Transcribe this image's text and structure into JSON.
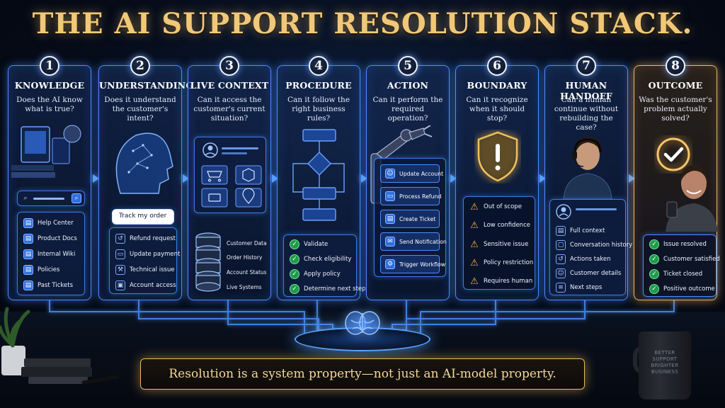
{
  "title": "THE AI SUPPORT RESOLUTION STACK.",
  "stages": [
    {
      "number": "1",
      "heading": "KNOWLEDGE",
      "question": "Does the AI know what is true?",
      "items": [
        "Help Center",
        "Product Docs",
        "Internal Wiki",
        "Policies",
        "Past Tickets"
      ]
    },
    {
      "number": "2",
      "heading": "UNDERSTANDING",
      "question": "Does it understand the customer's intent?",
      "bubble": "Track my order",
      "items": [
        "Refund request",
        "Update payment",
        "Technical issue",
        "Account access"
      ]
    },
    {
      "number": "3",
      "heading": "LIVE CONTEXT",
      "question": "Can it access the customer's current situation?",
      "items": [
        "Customer Data",
        "Order History",
        "Account Status",
        "Live Systems"
      ]
    },
    {
      "number": "4",
      "heading": "PROCEDURE",
      "question": "Can it follow the right business rules?",
      "items": [
        "Validate",
        "Check eligibility",
        "Apply policy",
        "Determine next step"
      ]
    },
    {
      "number": "5",
      "heading": "ACTION",
      "question": "Can it perform the required operation?",
      "items": [
        "Update Account",
        "Process Refund",
        "Create Ticket",
        "Send Notification",
        "Trigger Workflow"
      ]
    },
    {
      "number": "6",
      "heading": "BOUNDARY",
      "question": "Can it recognize when it should stop?",
      "items": [
        "Out of scope",
        "Low confidence",
        "Sensitive issue",
        "Policy restriction",
        "Requires human"
      ]
    },
    {
      "number": "7",
      "heading": "HUMAN HANDOFF",
      "question": "Can a human continue without rebuilding the case?",
      "items": [
        "Full context",
        "Conversation history",
        "Actions taken",
        "Customer details",
        "Next steps"
      ]
    },
    {
      "number": "8",
      "heading": "OUTCOME",
      "question": "Was the customer's problem actually solved?",
      "items": [
        "Issue resolved",
        "Customer satisfied",
        "Ticket closed",
        "Positive outcome"
      ]
    }
  ],
  "banner": "Resolution is a system property—not just an AI-model property.",
  "mug_text": [
    "BETTER",
    "SUPPORT",
    "BRIGHTER",
    "BUSINESS"
  ],
  "colors": {
    "accent_blue": "#4c8cff",
    "gold": "#e8b860",
    "success": "#1f9a4a",
    "warning": "#f4b638"
  }
}
